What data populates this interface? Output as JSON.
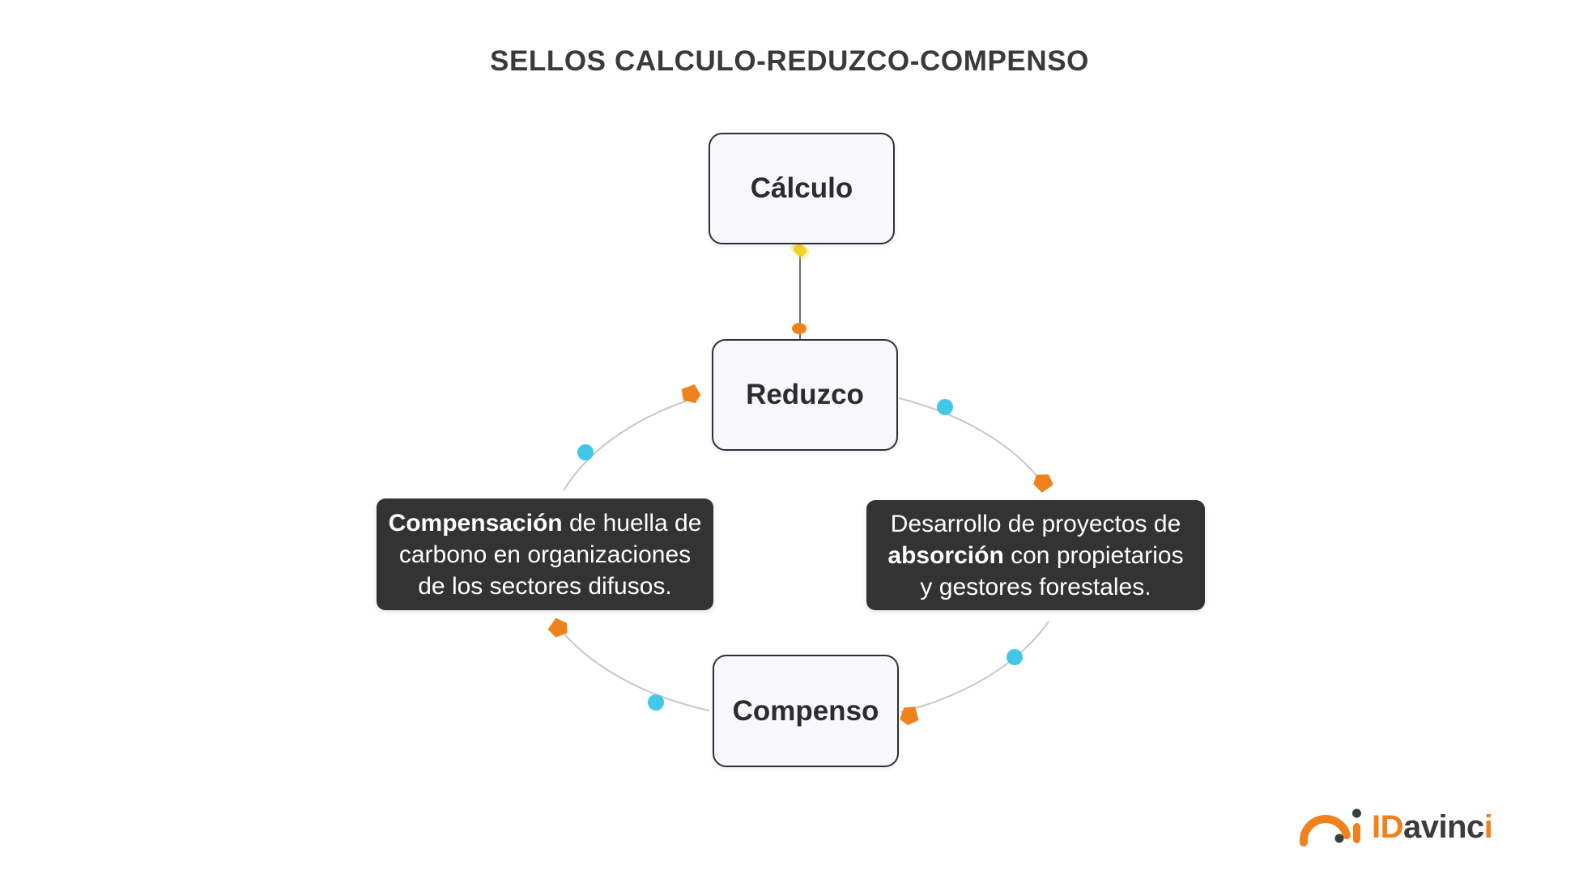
{
  "title": "SELLOS CALCULO-REDUZCO-COMPENSO",
  "nodes": {
    "calculo": "Cálculo",
    "reduzco": "Reduzco",
    "compenso": "Compenso"
  },
  "callout_left": {
    "line1_bold": "Compensación",
    "line1_rest": " de huella de",
    "line2": "carbono en organizaciones",
    "line3": "de los sectores difusos."
  },
  "callout_right": {
    "line1": "Desarrollo de proyectos de",
    "line2_bold": "absorción",
    "line2_rest": " con propietarios",
    "line3": "y gestores forestales."
  },
  "logo": {
    "icon": "gauge-arc-icon",
    "part1": "ID",
    "part2": "avinc",
    "part3": "i"
  },
  "icons": {
    "orange_flag": "pentagon-flag-marker",
    "cyan_dot": "circle-marker",
    "yellow_diamond": "diamond-marker",
    "orange_dot": "ellipse-marker"
  },
  "colors": {
    "orange": "#F0821E",
    "cyan": "#41C8E8",
    "yellow": "#F2D226",
    "node_fill": "#F7F7FC",
    "node_border": "#2F2F35",
    "callout_bg": "#333333",
    "callout_text": "#FFFFFF",
    "arc_gray": "#C7C7C7",
    "title_color": "#3A3A3A",
    "background": "#FFFFFF"
  }
}
